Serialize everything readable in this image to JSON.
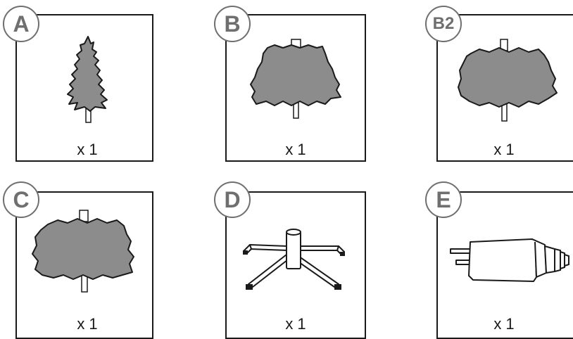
{
  "parts": [
    {
      "id": "A",
      "label": "A",
      "quantity": "x 1",
      "item": "tree-top-section"
    },
    {
      "id": "B",
      "label": "B",
      "quantity": "x 1",
      "item": "tree-middle-section"
    },
    {
      "id": "B2",
      "label": "B2",
      "quantity": "x 1",
      "item": "tree-middle-section-2"
    },
    {
      "id": "C",
      "label": "C",
      "quantity": "x 1",
      "item": "tree-bottom-section"
    },
    {
      "id": "D",
      "label": "D",
      "quantity": "x 1",
      "item": "tree-stand"
    },
    {
      "id": "E",
      "label": "E",
      "quantity": "x 1",
      "item": "power-adapter"
    }
  ],
  "colors": {
    "foliage": "#8c8c8c",
    "outline": "#1a1a1a",
    "badge": "#6f6f6f"
  }
}
